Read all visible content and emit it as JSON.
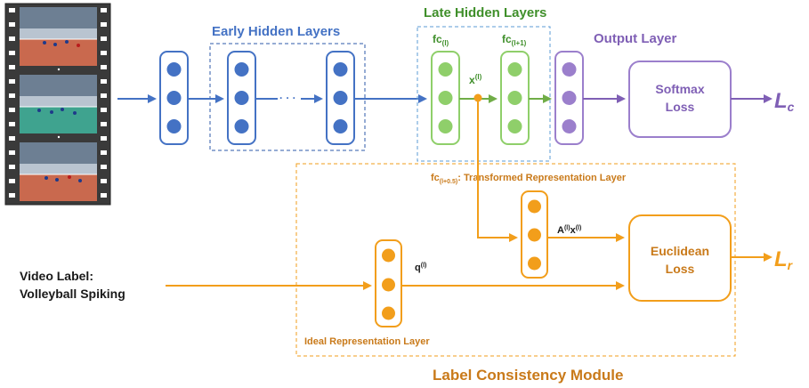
{
  "colors": {
    "blue": "#4472c4",
    "blue_dark": "#2e5aa8",
    "green": "#70ad47",
    "green_light": "#8fcf6a",
    "purple": "#7f5fb5",
    "purple_light": "#9b7fcc",
    "orange": "#f29e1b",
    "orange_text": "#c97a1a",
    "dark_text": "#1a1a1a",
    "green_text": "#3f8f2a"
  },
  "labels": {
    "early_hidden": "Early Hidden Layers",
    "late_hidden": "Late Hidden Layers",
    "output_layer": "Output Layer",
    "fc_l": "fc",
    "fc_l_sub": "(l)",
    "fc_l1": "fc",
    "fc_l1_sub": "(l+1)",
    "x_l": "x",
    "x_l_sup": "(l)",
    "softmax_line1": "Softmax",
    "softmax_line2": "Loss",
    "lc": "L",
    "lc_sub": "c",
    "fc_transformed": "fc",
    "fc_transformed_sub": "(l+0.5)",
    "transformed_text": ": Transformed Representation Layer",
    "ax_A": "A",
    "ax_A_sup": "(l)",
    "ax_x": "x",
    "ax_x_sup": "(l)",
    "euclid_line1": "Euclidean",
    "euclid_line2": "Loss",
    "lr": "L",
    "lr_sub": "r",
    "q": "q",
    "q_sup": "(l)",
    "video_label_line1": "Video Label:",
    "video_label_line2": "Volleyball Spiking",
    "ideal_layer": "Ideal Representation Layer",
    "module": "Label Consistency Module",
    "dots": "· · ·"
  },
  "film": {
    "frames": 3,
    "frame_icon": "volleyball-court-thumbnail"
  }
}
